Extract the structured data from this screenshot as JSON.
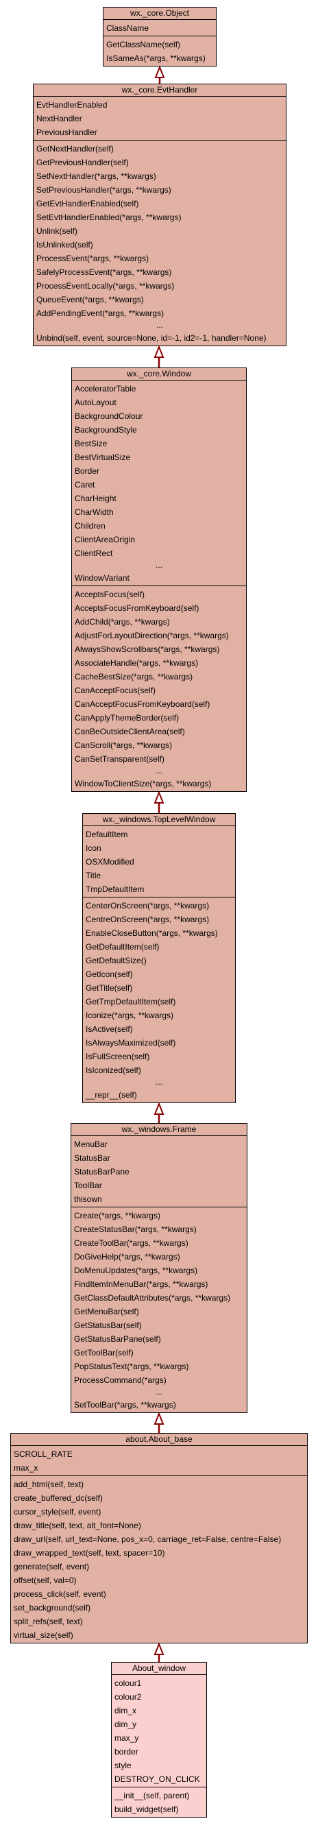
{
  "classes": [
    {
      "id": "object",
      "title": "wx._core.Object",
      "attributes": [
        "ClassName"
      ],
      "methods": [
        "GetClassName(self)",
        "IsSameAs(*args, **kwargs)"
      ]
    },
    {
      "id": "evthandler",
      "title": "wx._core.EvtHandler",
      "attributes": [
        "EvtHandlerEnabled",
        "NextHandler",
        "PreviousHandler"
      ],
      "methods": [
        "GetNextHandler(self)",
        "GetPreviousHandler(self)",
        "SetNextHandler(*args, **kwargs)",
        "SetPreviousHandler(*args, **kwargs)",
        "GetEvtHandlerEnabled(self)",
        "SetEvtHandlerEnabled(*args, **kwargs)",
        "Unlink(self)",
        "IsUnlinked(self)",
        "ProcessEvent(*args, **kwargs)",
        "SafelyProcessEvent(*args, **kwargs)",
        "ProcessEventLocally(*args, **kwargs)",
        "QueueEvent(*args, **kwargs)",
        "AddPendingEvent(*args, **kwargs)",
        "...",
        "Unbind(self, event, source=None, id=-1, id2=-1, handler=None)"
      ]
    },
    {
      "id": "window",
      "title": "wx._core.Window",
      "attributes": [
        "AcceleratorTable",
        "AutoLayout",
        "BackgroundColour",
        "BackgroundStyle",
        "BestSize",
        "BestVirtualSize",
        "Border",
        "Caret",
        "CharHeight",
        "CharWidth",
        "Children",
        "ClientAreaOrigin",
        "ClientRect",
        "...",
        "WindowVariant"
      ],
      "methods": [
        "AcceptsFocus(self)",
        "AcceptsFocusFromKeyboard(self)",
        "AddChild(*args, **kwargs)",
        "AdjustForLayoutDirection(*args, **kwargs)",
        "AlwaysShowScrollbars(*args, **kwargs)",
        "AssociateHandle(*args, **kwargs)",
        "CacheBestSize(*args, **kwargs)",
        "CanAcceptFocus(self)",
        "CanAcceptFocusFromKeyboard(self)",
        "CanApplyThemeBorder(self)",
        "CanBeOutsideClientArea(self)",
        "CanScroll(*args, **kwargs)",
        "CanSetTransparent(self)",
        "...",
        "WindowToClientSize(*args, **kwargs)"
      ]
    },
    {
      "id": "toplevel",
      "title": "wx._windows.TopLevelWindow",
      "attributes": [
        "DefaultItem",
        "Icon",
        "OSXModified",
        "Title",
        "TmpDefaultItem"
      ],
      "methods": [
        "CenterOnScreen(*args, **kwargs)",
        "CentreOnScreen(*args, **kwargs)",
        "EnableCloseButton(*args, **kwargs)",
        "GetDefaultItem(self)",
        "GetDefaultSize()",
        "GetIcon(self)",
        "GetTitle(self)",
        "GetTmpDefaultItem(self)",
        "Iconize(*args, **kwargs)",
        "IsActive(self)",
        "IsAlwaysMaximized(self)",
        "IsFullScreen(self)",
        "IsIconized(self)",
        "...",
        "__repr__(self)"
      ]
    },
    {
      "id": "frame",
      "title": "wx._windows.Frame",
      "attributes": [
        "MenuBar",
        "StatusBar",
        "StatusBarPane",
        "ToolBar",
        "thisown"
      ],
      "methods": [
        "Create(*args, **kwargs)",
        "CreateStatusBar(*args, **kwargs)",
        "CreateToolBar(*args, **kwargs)",
        "DoGiveHelp(*args, **kwargs)",
        "DoMenuUpdates(*args, **kwargs)",
        "FindItemInMenuBar(*args, **kwargs)",
        "GetClassDefaultAttributes(*args, **kwargs)",
        "GetMenuBar(self)",
        "GetStatusBar(self)",
        "GetStatusBarPane(self)",
        "GetToolBar(self)",
        "PopStatusText(*args, **kwargs)",
        "ProcessCommand(*args)",
        "...",
        "SetToolBar(*args, **kwargs)"
      ]
    },
    {
      "id": "aboutbase",
      "title": "about.About_base",
      "attributes": [
        "SCROLL_RATE",
        "max_x"
      ],
      "methods": [
        "add_html(self, text)",
        "create_buffered_dc(self)",
        "cursor_style(self, event)",
        "draw_title(self, text, alt_font=None)",
        "draw_url(self, url_text=None, pos_x=0, carriage_ret=False, centre=False)",
        "draw_wrapped_text(self, text, spacer=10)",
        "generate(self, event)",
        "offset(self, val=0)",
        "process_click(self, event)",
        "set_background(self)",
        "split_refs(self, text)",
        "virtual_size(self)"
      ]
    },
    {
      "id": "aboutwindow",
      "title": "About_window",
      "attributes": [
        "colour1",
        "colour2",
        "dim_x",
        "dim_y",
        "max_y",
        "border",
        "style",
        "DESTROY_ON_CLICK"
      ],
      "methods": [
        "__init__(self, parent)",
        "build_widget(self)"
      ]
    }
  ],
  "edges": [
    {
      "from": "evthandler",
      "to": "object"
    },
    {
      "from": "window",
      "to": "evthandler"
    },
    {
      "from": "toplevel",
      "to": "window"
    },
    {
      "from": "frame",
      "to": "toplevel"
    },
    {
      "from": "aboutbase",
      "to": "frame"
    },
    {
      "from": "aboutwindow",
      "to": "aboutbase"
    }
  ],
  "colors": {
    "node_fill": "#e1b2a3",
    "leaf_fill": "#fdd0d0",
    "edge": "#8b0000",
    "border": "#000000"
  }
}
